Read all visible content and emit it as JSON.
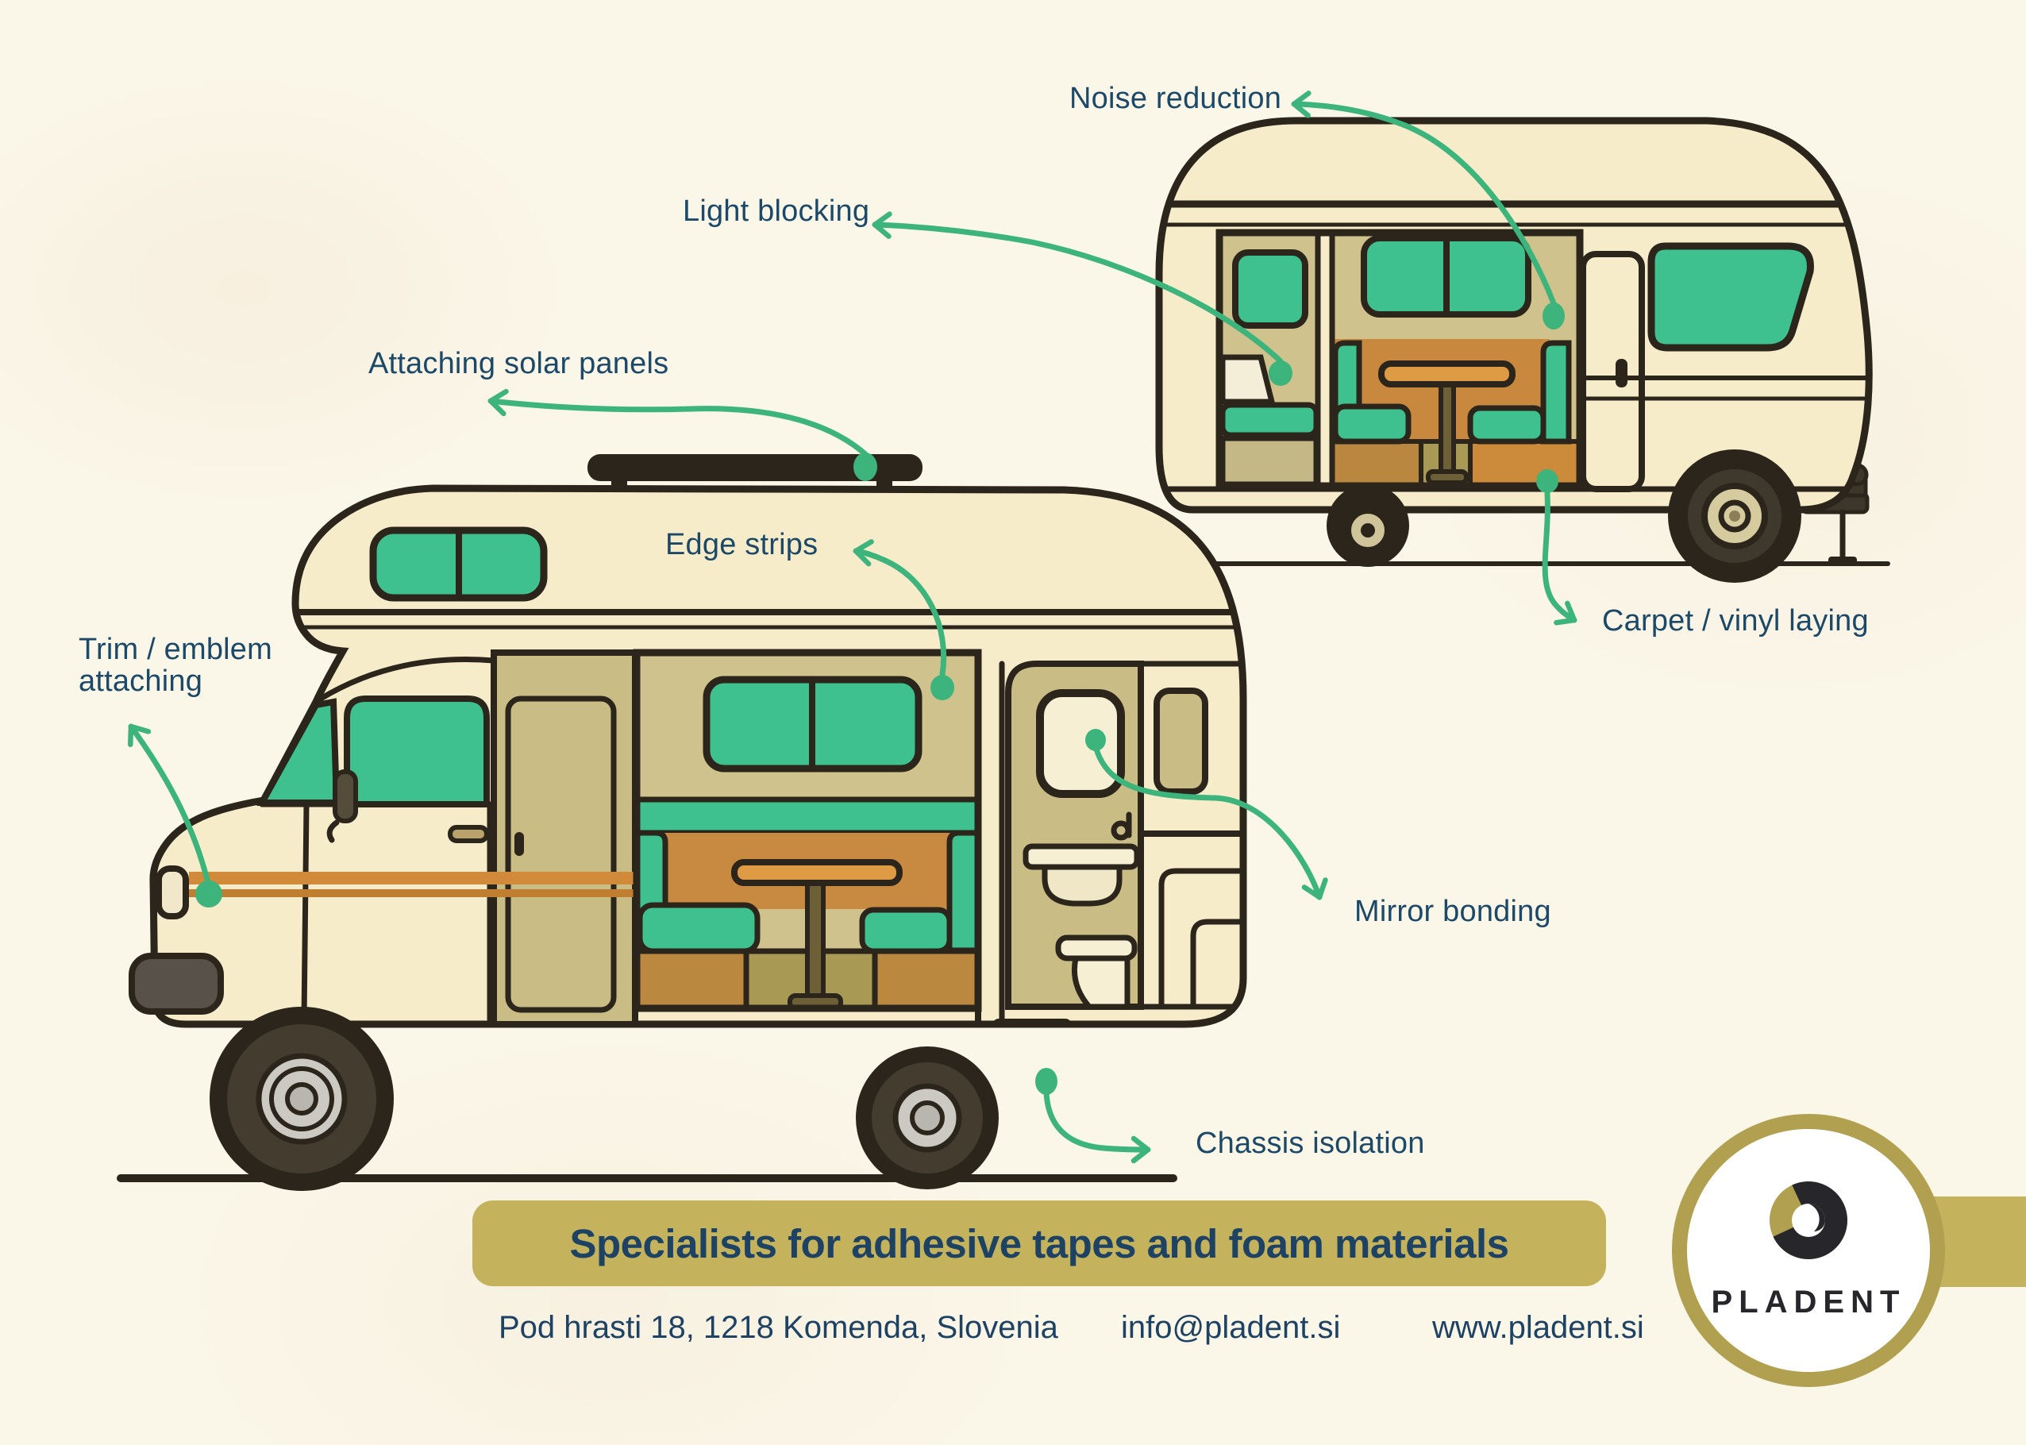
{
  "callouts": {
    "noise_reduction": {
      "label": "Noise reduction"
    },
    "light_blocking": {
      "label": "Light blocking"
    },
    "solar_panels": {
      "label": "Attaching solar panels"
    },
    "edge_strips": {
      "label": "Edge strips"
    },
    "trim_emblem": {
      "line1": "Trim / emblem",
      "line2": "attaching"
    },
    "mirror_bonding": {
      "label": "Mirror bonding"
    },
    "chassis_isolation": {
      "label": "Chassis isolation"
    },
    "carpet_vinyl": {
      "label": "Carpet / vinyl laying"
    }
  },
  "banner": {
    "headline": "Specialists for adhesive tapes and foam materials"
  },
  "contact": {
    "address": "Pod hrasti 18, 1218 Komenda, Slovenia",
    "email": "info@pladent.si",
    "website": "www.pladent.si"
  },
  "logo": {
    "brand": "PLADENT"
  },
  "colors": {
    "accent_green": "#3cb47c",
    "label_navy": "#1d4968",
    "banner_gold": "#c5b25c",
    "background_cream": "#faf6e8",
    "outline_dark": "#2b251c",
    "window_green": "#3fc18f",
    "body_cream": "#f6ecca",
    "wall_khaki": "#cfc28c",
    "stripe_orange": "#d08a3a"
  }
}
